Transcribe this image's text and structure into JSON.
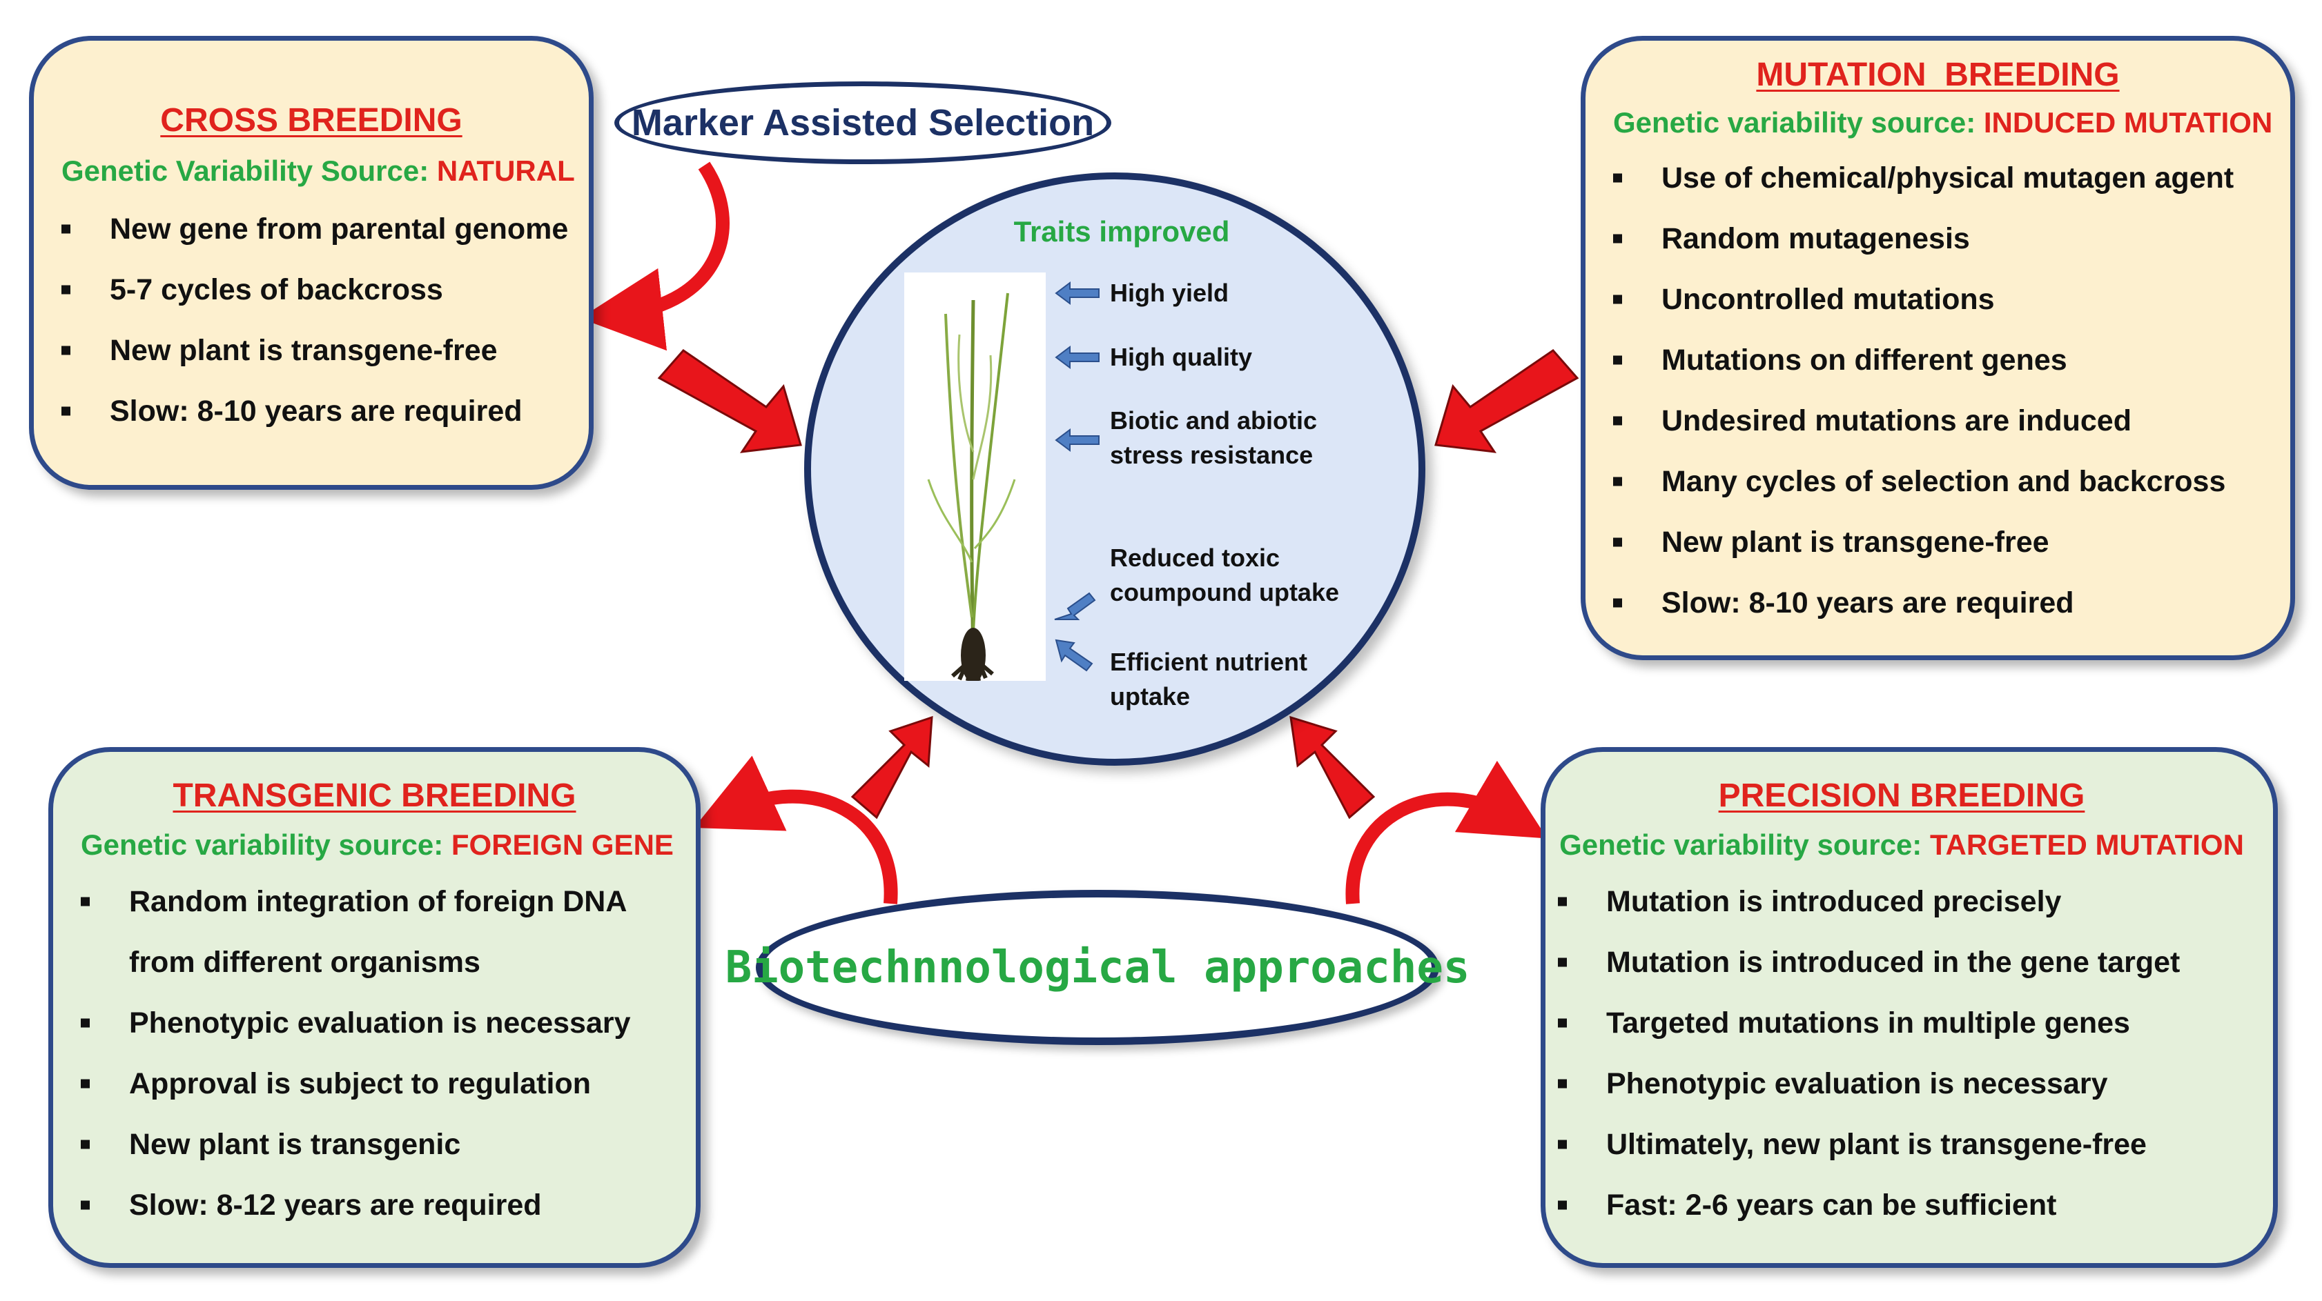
{
  "marker_assisted": "Marker Assisted Selection",
  "biotech": "Biotechnnological approaches",
  "center": {
    "title": "Traits improved",
    "traits": [
      "High yield",
      "High quality",
      "Biotic and abiotic",
      "stress resistance",
      "Reduced toxic",
      "coumpound uptake",
      "Efficient nutrient",
      "uptake"
    ]
  },
  "cross": {
    "title": "CROSS BREEDING",
    "source_label": "Genetic Variability Source: ",
    "source_value": "NATURAL",
    "items": [
      "New gene from parental genome",
      "5-7 cycles of backcross",
      "New plant is transgene-free",
      "Slow: 8-10 years are required"
    ]
  },
  "mutation": {
    "title": "MUTATION  BREEDING",
    "source_label": "Genetic variability source: ",
    "source_value": "INDUCED MUTATION",
    "items": [
      "Use of chemical/physical mutagen agent",
      "Random mutagenesis",
      "Uncontrolled mutations",
      "Mutations on different genes",
      "Undesired mutations are induced",
      "Many cycles of selection and backcross",
      "New plant is transgene-free",
      "Slow: 8-10 years are required"
    ]
  },
  "transgenic": {
    "title": "TRANSGENIC BREEDING",
    "source_label": "Genetic variability source: ",
    "source_value": "FOREIGN GENE",
    "items": [
      "Random integration of foreign DNA",
      "from different organisms",
      "Phenotypic evaluation is necessary",
      "Approval is subject to regulation",
      "New plant is transgenic",
      "Slow: 8-12 years are required"
    ]
  },
  "precision": {
    "title": "PRECISION BREEDING",
    "source_label": "Genetic variability source: ",
    "source_value": "TARGETED MUTATION",
    "items": [
      "Mutation is introduced precisely",
      "Mutation is introduced in the gene target",
      "Targeted mutations in multiple genes",
      "Phenotypic evaluation is necessary",
      "Ultimately, new plant is transgene-free",
      "Fast: 2-6 years can be sufficient"
    ]
  },
  "colors": {
    "box_border": "#2e4a8a",
    "yellow_box": "#fdf0cf",
    "green_box": "#e5f0db",
    "circle_fill": "#dce6f7",
    "title_red": "#e0231d",
    "label_green": "#27a844",
    "arrow_red": "#e8151b",
    "arrow_blue": "#4f7fc4"
  }
}
